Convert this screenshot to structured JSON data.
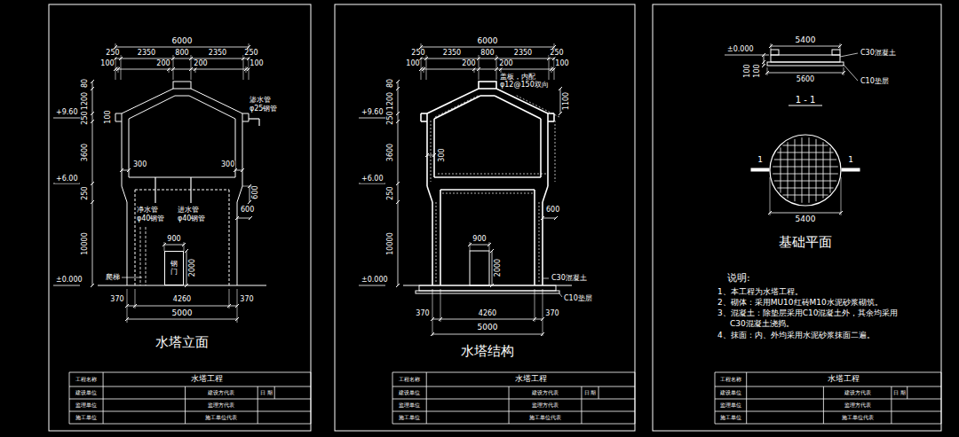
{
  "diagram": {
    "nodes": [
      {
        "text": [
          "钢门"
        ]
      }
    ],
    "labels": [
      "6000",
      "250",
      "2350",
      "800",
      "2350",
      "250",
      "100",
      "200",
      "200",
      "100",
      "80",
      "1200",
      "100",
      "+9.60",
      "250",
      "3600",
      "+6.00",
      "250",
      "10000",
      "±0.000",
      "渗水管",
      "φ25钢管",
      "300",
      "300",
      "600",
      "净水管",
      "φ40钢管",
      "进水管",
      "φ40钢管",
      "600",
      "900",
      "2000",
      "爬梯",
      "370",
      "4260",
      "370",
      "5000",
      "水塔立面",
      "工程名称",
      "水塔工程",
      "建设单位",
      "建设方代表",
      "日 期",
      "监理单位",
      "监理方代表",
      "施工单位",
      "施工单位代表",
      "6000",
      "250",
      "2350",
      "800",
      "2350",
      "250",
      "100",
      "200",
      "200",
      "100",
      "80",
      "1200",
      "+9.60",
      "250",
      "3600",
      "+6.00",
      "250",
      "10000",
      "±0.000",
      "盖板，内配",
      "φ12@150双向",
      "1100",
      "300",
      "600",
      "900",
      "2000",
      "C30混凝土",
      "C10垫层",
      "370",
      "4260",
      "370",
      "5000",
      "水塔结构",
      "工程名称",
      "水塔工程",
      "建设单位",
      "建设方代表",
      "日 期",
      "监理单位",
      "监理方代表",
      "施工单位",
      "施工单位代表",
      "5400",
      "±0.000",
      "100",
      "100",
      "C30混凝土",
      "C10垫层",
      "5600",
      "1 - 1",
      "1",
      "1",
      "5400",
      "基础平面",
      "说明:",
      "1、本工程为水塔工程。",
      "2、砌体：采用MU10红砖M10水泥砂浆砌筑。",
      "3、混凝土：除垫层采用C10混凝土外，其余均采用C30混凝土浇捣。",
      "4、抹面：内、外均采用水泥砂浆抹面二遍。",
      "工程名称",
      "水塔工程",
      "建设单位",
      "建设方代表",
      "日 期",
      "监理单位",
      "监理方代表",
      "施工单位",
      "施工单位代表"
    ]
  }
}
